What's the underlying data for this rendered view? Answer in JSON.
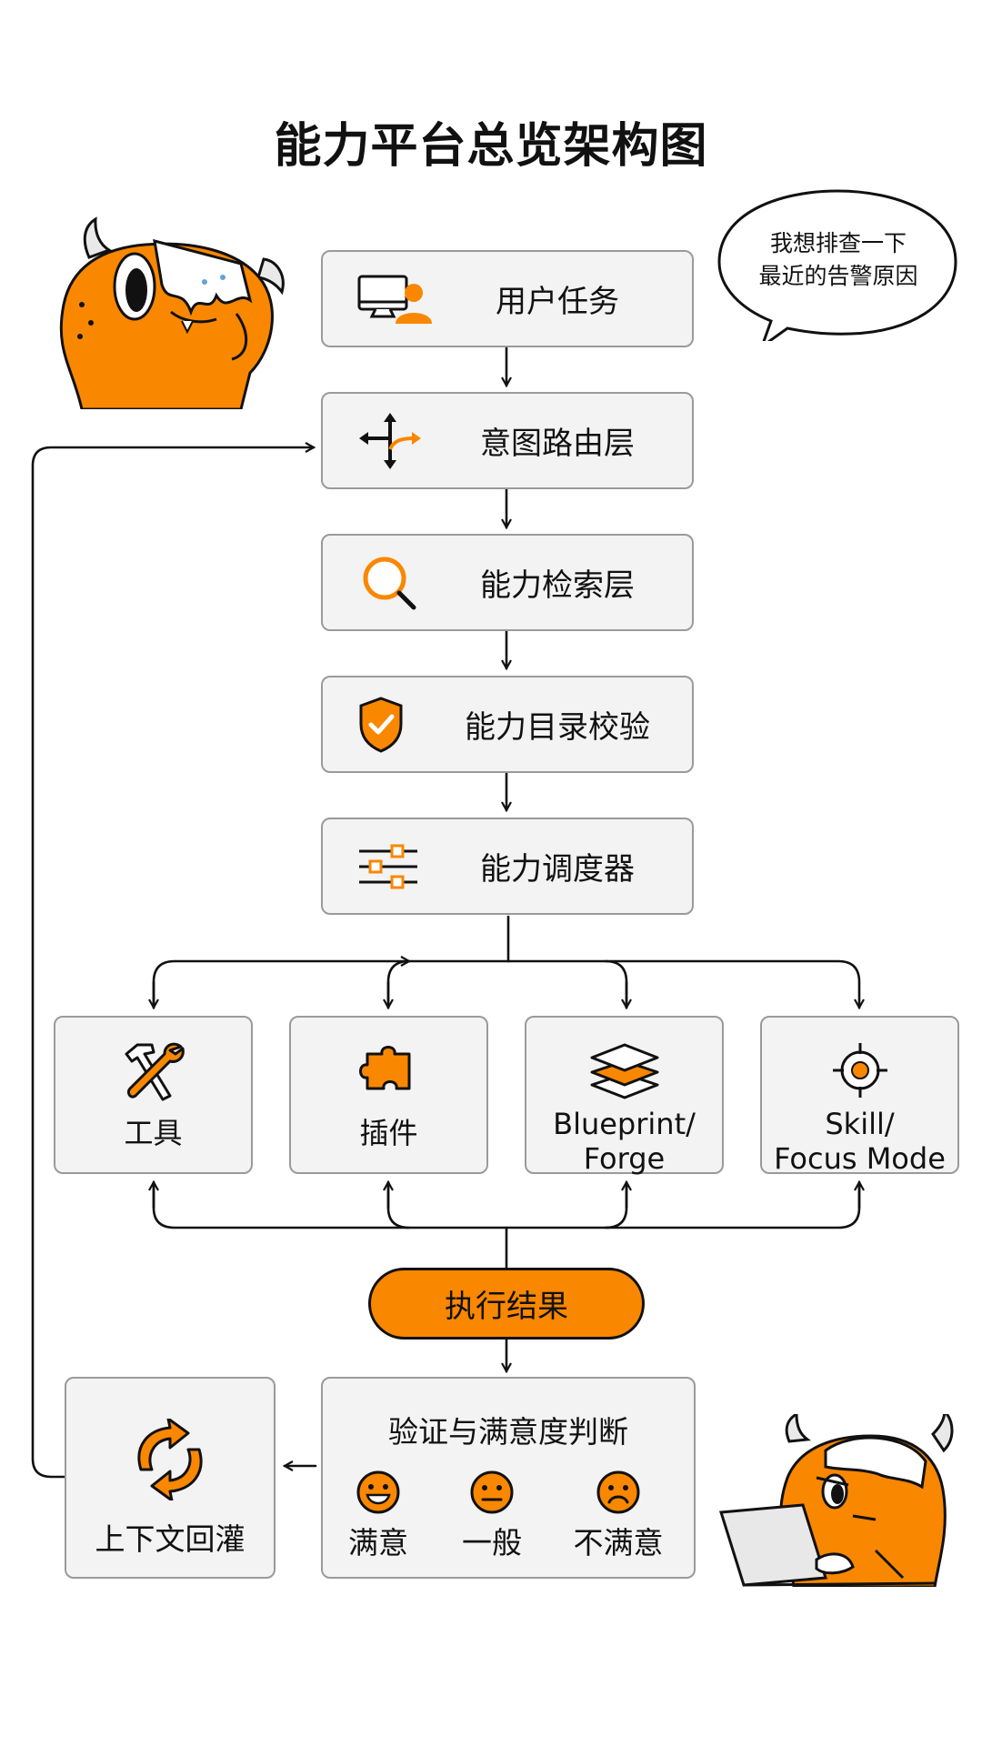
{
  "title": "能力平台总览架构图",
  "speech_bubble": {
    "line1": "我想排查一下",
    "line2": "最近的告警原因"
  },
  "pipeline": [
    {
      "label": "用户任务",
      "icon": "user-computer-icon"
    },
    {
      "label": "意图路由层",
      "icon": "routing-arrows-icon"
    },
    {
      "label": "能力检索层",
      "icon": "magnifier-icon"
    },
    {
      "label": "能力目录校验",
      "icon": "shield-check-icon"
    },
    {
      "label": "能力调度器",
      "icon": "sliders-icon"
    }
  ],
  "capabilities": [
    {
      "line1": "工具",
      "line2": "",
      "icon": "hammer-wrench-icon"
    },
    {
      "line1": "插件",
      "line2": "",
      "icon": "puzzle-piece-icon"
    },
    {
      "line1": "Blueprint/",
      "line2": "Forge",
      "icon": "layers-icon"
    },
    {
      "line1": "Skill/",
      "line2": "Focus Mode",
      "icon": "target-icon"
    }
  ],
  "result": {
    "label": "执行结果"
  },
  "verification": {
    "title": "验证与满意度判断",
    "options": [
      {
        "label": "满意",
        "icon": "happy-face-icon"
      },
      {
        "label": "一般",
        "icon": "neutral-face-icon"
      },
      {
        "label": "不满意",
        "icon": "sad-face-icon"
      }
    ]
  },
  "feedback": {
    "label": "上下文回灌",
    "icon": "refresh-arrows-icon"
  },
  "colors": {
    "accent": "#F98700",
    "box_fill": "#F3F3F3",
    "box_border": "#9A9A9A",
    "line": "#111111"
  }
}
